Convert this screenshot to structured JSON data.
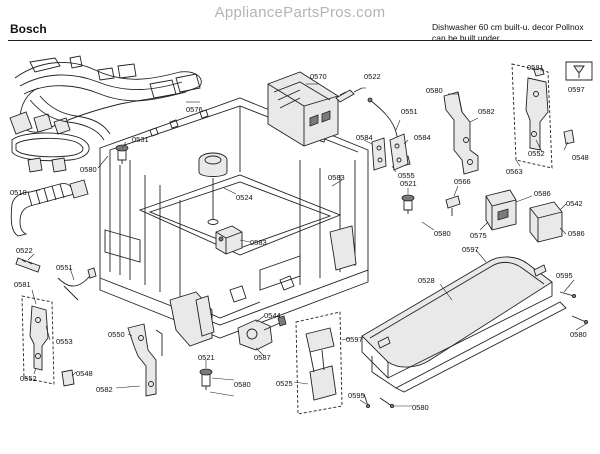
{
  "header": {
    "watermark": "AppliancePartsPros.com",
    "brand": "Bosch",
    "description_line1": "Dishwasher 60 cm built-u. decor Pollnox",
    "description_line2": "can be built under"
  },
  "diagram": {
    "labels": [
      {
        "id": "l0570",
        "text": "0570"
      },
      {
        "id": "l0522a",
        "text": "0522"
      },
      {
        "id": "l0580a",
        "text": "0580"
      },
      {
        "id": "l0581a",
        "text": "0581"
      },
      {
        "id": "l0597a",
        "text": "0597"
      },
      {
        "id": "l0576",
        "text": "0576"
      },
      {
        "id": "l0551a",
        "text": "0551"
      },
      {
        "id": "l0582a",
        "text": "0582"
      },
      {
        "id": "l0531",
        "text": "0531"
      },
      {
        "id": "l0584a",
        "text": "0584"
      },
      {
        "id": "l0584b",
        "text": "0584"
      },
      {
        "id": "l0552a",
        "text": "0552"
      },
      {
        "id": "l0548a",
        "text": "0548"
      },
      {
        "id": "l0580b",
        "text": "0580"
      },
      {
        "id": "l0583a",
        "text": "0583"
      },
      {
        "id": "l0555",
        "text": "0555"
      },
      {
        "id": "l0563",
        "text": "0563"
      },
      {
        "id": "l0510",
        "text": "0510"
      },
      {
        "id": "l0524",
        "text": "0524"
      },
      {
        "id": "l0521a",
        "text": "0521"
      },
      {
        "id": "l0566",
        "text": "0566"
      },
      {
        "id": "l0586a",
        "text": "0586"
      },
      {
        "id": "l0542",
        "text": "0542"
      },
      {
        "id": "l0575",
        "text": "0575"
      },
      {
        "id": "l0586b",
        "text": "0586"
      },
      {
        "id": "l0580c",
        "text": "0580"
      },
      {
        "id": "l0583b",
        "text": "0583"
      },
      {
        "id": "l0597b",
        "text": "0597"
      },
      {
        "id": "l0522b",
        "text": "0522"
      },
      {
        "id": "l0551b",
        "text": "0551"
      },
      {
        "id": "l0528",
        "text": "0528"
      },
      {
        "id": "l0595a",
        "text": "0595"
      },
      {
        "id": "l0581b",
        "text": "0581"
      },
      {
        "id": "l0544",
        "text": "0544"
      },
      {
        "id": "l0580d",
        "text": "0580"
      },
      {
        "id": "l0553",
        "text": "0553"
      },
      {
        "id": "l0550",
        "text": "0550"
      },
      {
        "id": "l0587",
        "text": "0587"
      },
      {
        "id": "l0597c",
        "text": "0597"
      },
      {
        "id": "l0521b",
        "text": "0521"
      },
      {
        "id": "l0552b",
        "text": "0552"
      },
      {
        "id": "l0548b",
        "text": "0548"
      },
      {
        "id": "l0580e",
        "text": "0580"
      },
      {
        "id": "l0582b",
        "text": "0582"
      },
      {
        "id": "l0525",
        "text": "0525"
      },
      {
        "id": "l0595b",
        "text": "0595"
      },
      {
        "id": "l0580f",
        "text": "0580"
      }
    ]
  }
}
